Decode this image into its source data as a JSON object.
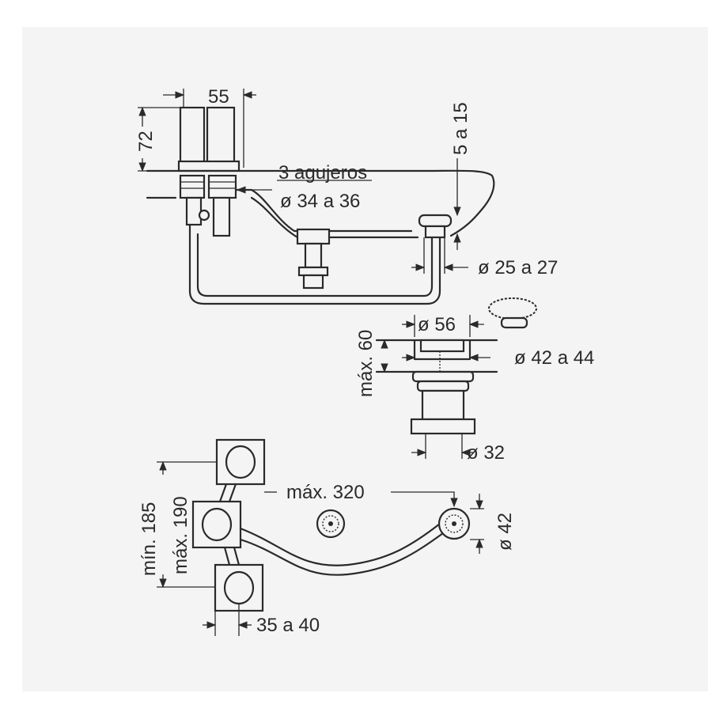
{
  "dimensions": {
    "top_width": "55",
    "top_height": "72",
    "clearance": "5 a 15",
    "holes_count": "3 agujeros",
    "holes_diameter": "ø 34 a 36",
    "drain_diameter": "ø 25 a 27",
    "valve_top_diameter": "ø 56",
    "valve_max_height": "máx. 60",
    "valve_body_diameter": "ø 42  a 44",
    "valve_bottom_diameter": "ø 32",
    "min_spread": "mín. 185",
    "max_spread": "máx. 190",
    "max_length": "máx. 320",
    "spout_diameter": "ø 42",
    "handle_offset": "35 a 40"
  },
  "colors": {
    "ink": "#2a2a2a",
    "sheet": "#f4f4f4",
    "page": "#ffffff"
  }
}
